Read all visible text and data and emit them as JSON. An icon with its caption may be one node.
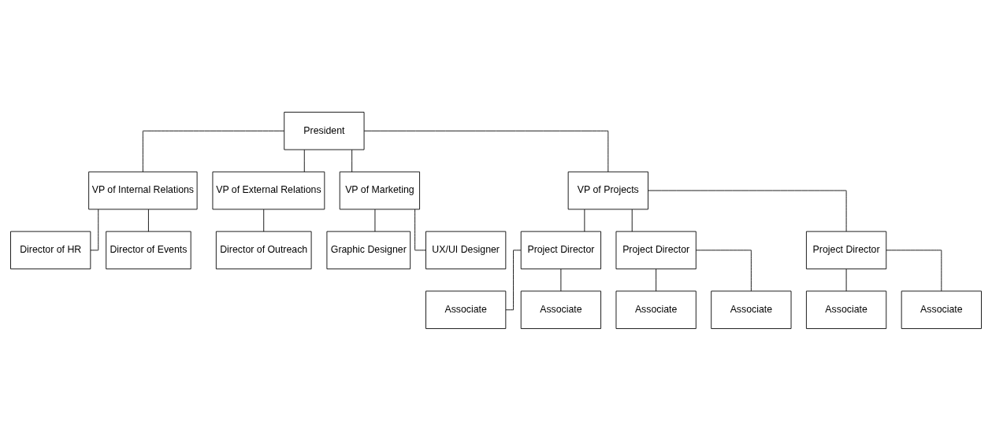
{
  "diagram": {
    "nodes": [
      {
        "text": [
          "President"
        ]
      },
      {
        "text": [
          "VP of Internal Relations"
        ]
      },
      {
        "text": [
          "VP of External Relations"
        ]
      },
      {
        "text": [
          "VP of Marketing"
        ]
      },
      {
        "text": [
          "VP of Projects"
        ]
      },
      {
        "text": [
          "Director of HR"
        ]
      },
      {
        "text": [
          "Director of Events"
        ]
      },
      {
        "text": [
          "Director of Outreach"
        ]
      },
      {
        "text": [
          "Graphic Designer"
        ]
      },
      {
        "text": [
          "UX/UI Designer"
        ]
      },
      {
        "text": [
          "Project Director"
        ]
      },
      {
        "text": [
          "Project Director"
        ]
      },
      {
        "text": [
          "Project Director"
        ]
      },
      {
        "text": [
          "Associate"
        ]
      },
      {
        "text": [
          "Associate"
        ]
      },
      {
        "text": [
          "Associate"
        ]
      },
      {
        "text": [
          "Associate"
        ]
      },
      {
        "text": [
          "Associate"
        ]
      },
      {
        "text": [
          "Associate"
        ]
      }
    ],
    "edges": [
      {
        "from": 0,
        "to": 1,
        "arrow": "none"
      },
      {
        "from": 0,
        "to": 2,
        "arrow": "none"
      },
      {
        "from": 0,
        "to": 3,
        "arrow": "none"
      },
      {
        "from": 0,
        "to": 4,
        "arrow": "none"
      },
      {
        "from": 1,
        "to": 5,
        "arrow": "none"
      },
      {
        "from": 1,
        "to": 6,
        "arrow": "none"
      },
      {
        "from": 2,
        "to": 7,
        "arrow": "none"
      },
      {
        "from": 3,
        "to": 8,
        "arrow": "none"
      },
      {
        "from": 3,
        "to": 9,
        "arrow": "none"
      },
      {
        "from": 4,
        "to": 10,
        "arrow": "none"
      },
      {
        "from": 4,
        "to": 11,
        "arrow": "none"
      },
      {
        "from": 4,
        "to": 12,
        "arrow": "none"
      },
      {
        "from": 10,
        "to": 13,
        "arrow": "none"
      },
      {
        "from": 10,
        "to": 14,
        "arrow": "none"
      },
      {
        "from": 11,
        "to": 15,
        "arrow": "none"
      },
      {
        "from": 11,
        "to": 16,
        "arrow": "none"
      },
      {
        "from": 12,
        "to": 17,
        "arrow": "none"
      },
      {
        "from": 12,
        "to": 18,
        "arrow": "none"
      }
    ]
  }
}
